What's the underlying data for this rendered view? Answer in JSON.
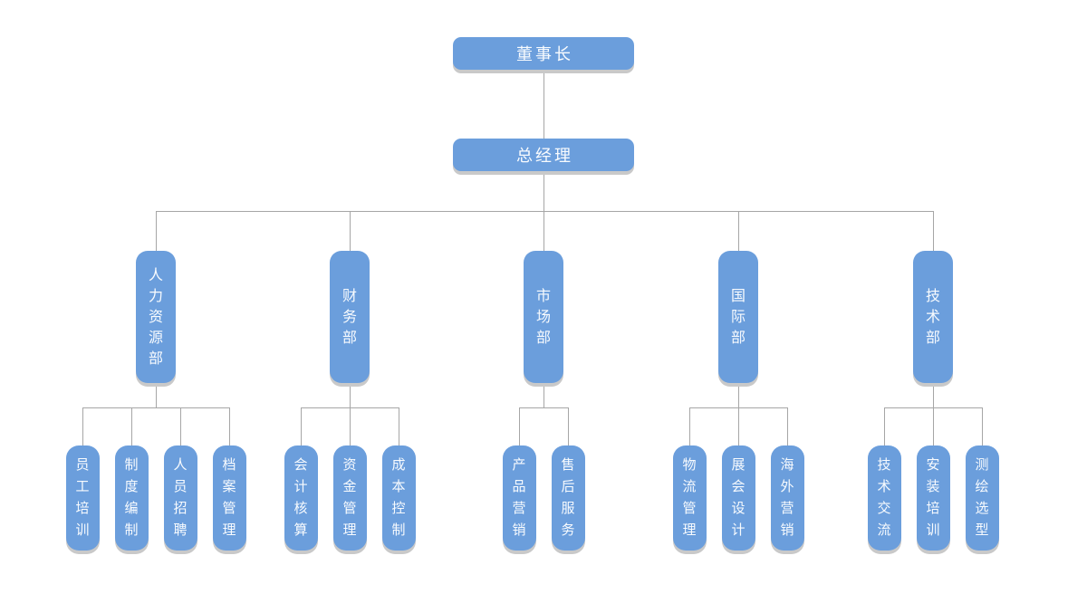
{
  "style": {
    "node_color": "#6B9EDC",
    "node_text_color": "#F8FBFE",
    "shadow_color": "#C9C9C9",
    "line_color": "#A6A6A6",
    "background": "#FFFFFF"
  },
  "org_chart": {
    "root": {
      "label": "董事长"
    },
    "manager": {
      "label": "总经理"
    },
    "departments": [
      {
        "label": "人力资源部",
        "children": [
          "员工培训",
          "制度编制",
          "人员招聘",
          "档案管理"
        ]
      },
      {
        "label": "财务部",
        "children": [
          "会计核算",
          "资金管理",
          "成本控制"
        ]
      },
      {
        "label": "市场部",
        "children": [
          "产品营销",
          "售后服务"
        ]
      },
      {
        "label": "国际部",
        "children": [
          "物流管理",
          "展会设计",
          "海外营销"
        ]
      },
      {
        "label": "技术部",
        "children": [
          "技术交流",
          "安装培训",
          "测绘选型"
        ]
      }
    ]
  }
}
